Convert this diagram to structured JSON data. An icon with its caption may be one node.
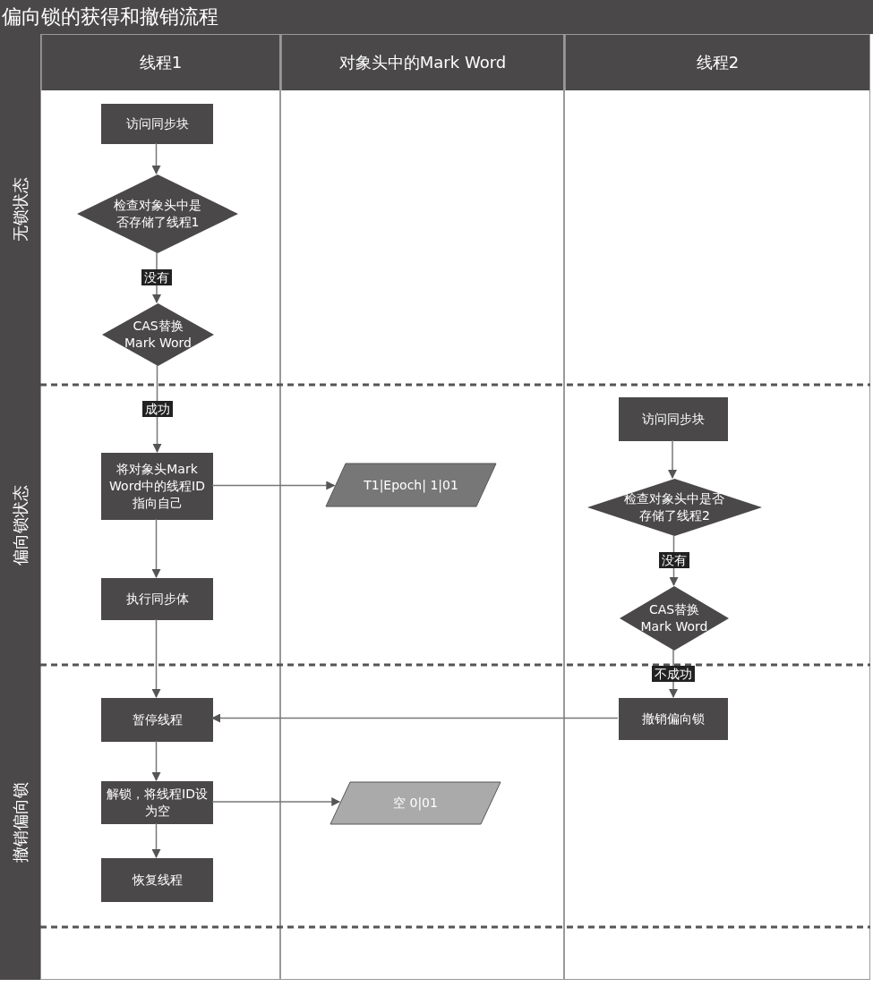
{
  "diagram": {
    "title": "偏向锁的获得和撤销流程",
    "nodes": [
      {
        "text": [
          "线程1"
        ]
      },
      {
        "text": [
          "对象头中的Mark Word"
        ]
      },
      {
        "text": [
          "线程2"
        ]
      },
      {
        "text": [
          "无锁状态"
        ]
      },
      {
        "text": [
          "偏向锁状态"
        ]
      },
      {
        "text": [
          "撤销偏向锁"
        ]
      },
      {
        "text": [
          "访问同步块"
        ],
        "in": 0
      },
      {
        "text": [
          "检查对象头中是否存储了线程1"
        ],
        "in": 0
      },
      {
        "text": [
          "CAS替换Mark Word"
        ],
        "in": 0
      },
      {
        "text": [
          "将对象头Mark Word中的线程ID指向自己"
        ],
        "in": 0
      },
      {
        "text": [
          "T1|Epoch| 1|01"
        ],
        "in": 1
      },
      {
        "text": [
          "执行同步体"
        ],
        "in": 0
      },
      {
        "text": [
          "访问同步块"
        ],
        "in": 2
      },
      {
        "text": [
          "检查对象头中是否存储了线程2"
        ],
        "in": 2
      },
      {
        "text": [
          "CAS替换Mark Word"
        ],
        "in": 2
      },
      {
        "text": [
          "撤销偏向锁"
        ],
        "in": 2
      },
      {
        "text": [
          "暂停线程"
        ],
        "in": 0
      },
      {
        "text": [
          "解锁，将线程ID设为空"
        ],
        "in": 0
      },
      {
        "text": [
          "空 0|01"
        ],
        "in": 1
      },
      {
        "text": [
          "恢复线程"
        ],
        "in": 0
      }
    ],
    "edges": [
      {
        "from": 6,
        "to": 7,
        "arrow": "to"
      },
      {
        "from": 7,
        "to": 8,
        "arrow": "to",
        "label": "没有"
      },
      {
        "from": 8,
        "to": 9,
        "arrow": "to",
        "label": "成功"
      },
      {
        "from": 9,
        "to": 10,
        "arrow": "to"
      },
      {
        "from": 9,
        "to": 11,
        "arrow": "to"
      },
      {
        "from": 11,
        "to": 16,
        "arrow": "to"
      },
      {
        "from": 12,
        "to": 13,
        "arrow": "to"
      },
      {
        "from": 13,
        "to": 14,
        "arrow": "to",
        "label": "没有"
      },
      {
        "from": 14,
        "to": 15,
        "arrow": "to",
        "label": "不成功"
      },
      {
        "from": 15,
        "to": 16,
        "arrow": "to"
      },
      {
        "from": 16,
        "to": 17,
        "arrow": "to"
      },
      {
        "from": 17,
        "to": 18,
        "arrow": "to"
      },
      {
        "from": 17,
        "to": 19,
        "arrow": "to"
      }
    ]
  }
}
